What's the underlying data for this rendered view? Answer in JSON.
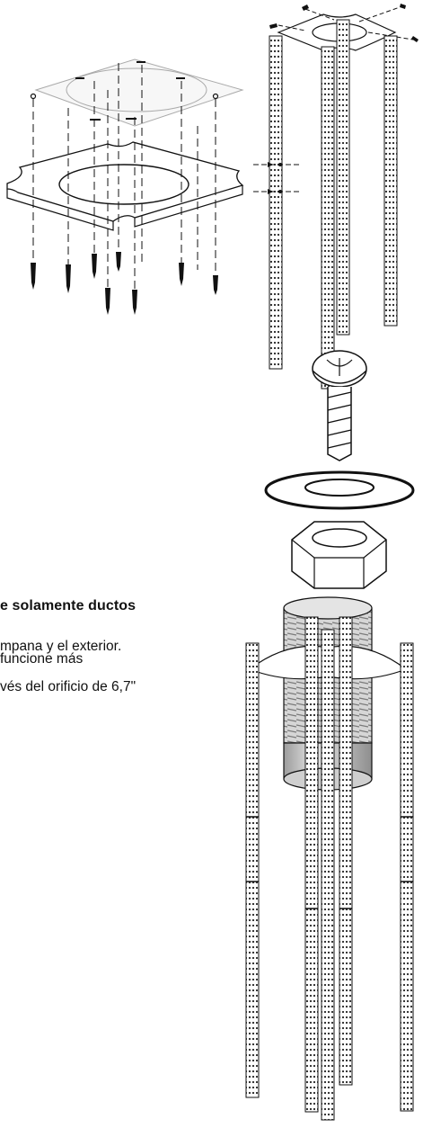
{
  "text": {
    "heading": "e solamente ductos",
    "line1": "mpana y el exterior.",
    "line2": "funcione más",
    "line3": "vés del orificio de 6,7\""
  }
}
